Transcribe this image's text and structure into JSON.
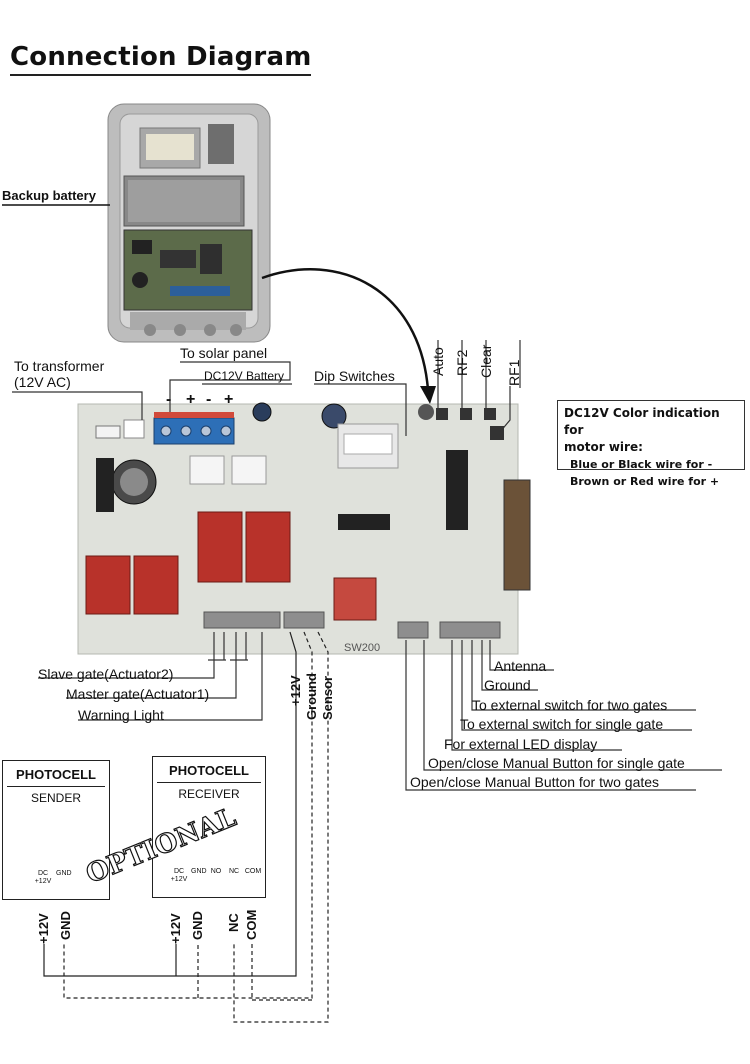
{
  "title": "Connection Diagram",
  "labels": {
    "backup_battery": "Backup battery",
    "to_transformer": "To transformer",
    "transformer_ac": "(12V AC)",
    "to_solar_panel": "To solar panel",
    "dc12v_battery": "DC12V Battery",
    "dip_switches": "Dip Switches",
    "auto": "Auto",
    "rf2": "RF2",
    "clear": "Clear",
    "rf1": "RF1",
    "slave_gate": "Slave gate(Actuator2)",
    "master_gate": "Master gate(Actuator1)",
    "warning_light": "Warning Light",
    "plus12v": "+12V",
    "ground": "Ground",
    "sensor": "Sensor",
    "board_model": "SW200"
  },
  "right_terminals": [
    "Antenna",
    "Ground",
    "To external switch for two gates",
    "To external switch for single gate",
    "For external LED display",
    "Open/close Manual Button for single gate",
    "Open/close Manual Button for two gates"
  ],
  "info_box": {
    "title_line1": "DC12V Color indication for",
    "title_line2": "motor wire:",
    "line1": "Blue or Black wire for -",
    "line2": "Brown or Red wire for +"
  },
  "photocell_sender": {
    "title": "PHOTOCELL",
    "subtitle": "SENDER",
    "terminals": [
      "DC\n+12V",
      "GND"
    ],
    "wires": [
      "+12V",
      "GND"
    ]
  },
  "photocell_receiver": {
    "title": "PHOTOCELL",
    "subtitle": "RECEIVER",
    "terminals": [
      "DC\n+12V",
      "GND",
      "NO",
      "NC",
      "COM"
    ],
    "wires": [
      "+12V",
      "GND",
      "NC",
      "COM"
    ]
  },
  "optional": "OPTIONAL",
  "terminal_signs": {
    "minus": "-",
    "plus": "+"
  },
  "colors": {
    "pcb": "#d9dcd6",
    "relay_red": "#b8322a",
    "terminal_blue": "#2d6fb7",
    "housing": "#c9c9c9"
  }
}
